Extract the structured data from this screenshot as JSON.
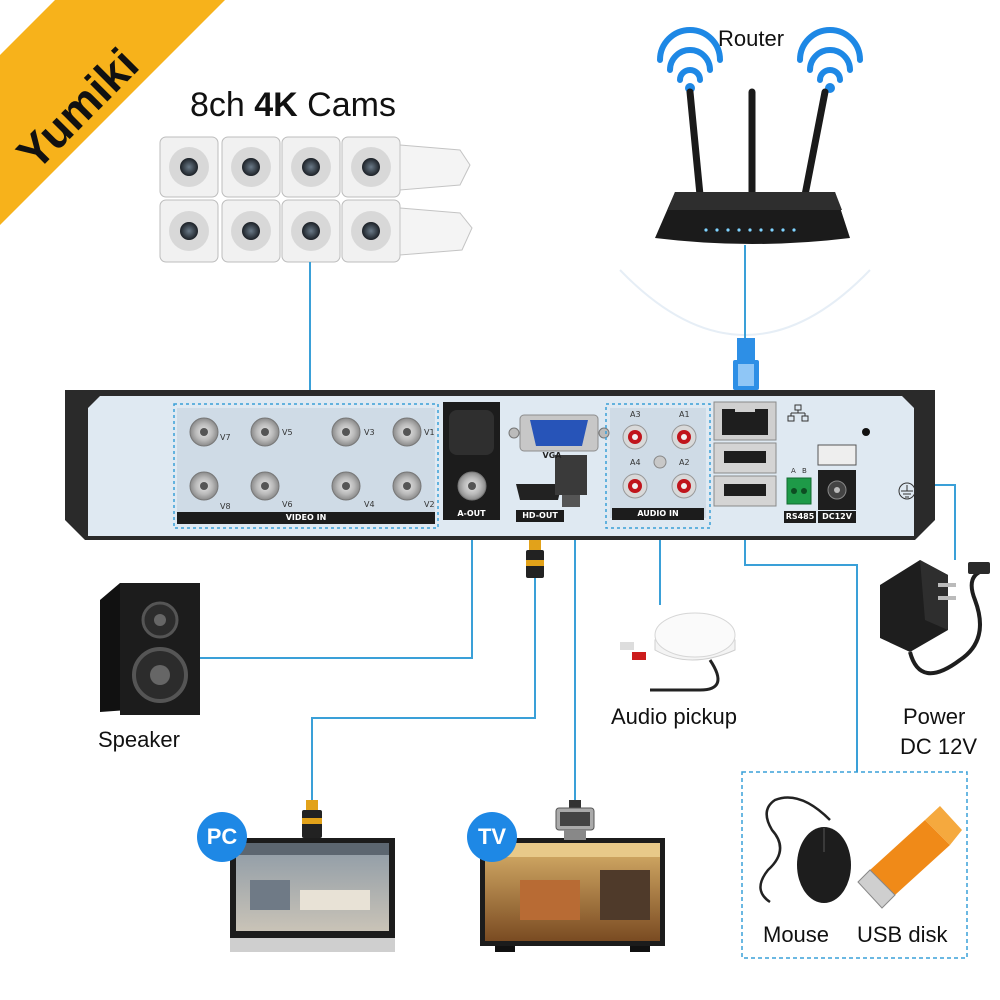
{
  "brand": {
    "name": "Yumiki",
    "ribbon_color": "#f7b21b"
  },
  "cameras": {
    "count_text": "8ch ",
    "resolution": "4K",
    "suffix": " Cams"
  },
  "router": {
    "label": "Router"
  },
  "dvr": {
    "video_channels": [
      "V7",
      "V5",
      "V3",
      "V1",
      "V8",
      "V6",
      "V4",
      "V2"
    ],
    "video_in_label": "VIDEO IN",
    "a_out_label": "A-OUT",
    "vga_label": "VGA",
    "hd_out_label": "HD-OUT",
    "audio_channels": [
      "A3",
      "A1",
      "A4",
      "A2"
    ],
    "audio_in_label": "AUDIO IN",
    "rs485_label": "RS485",
    "rs485_pins": [
      "A",
      "B"
    ],
    "dc_label": "DC12V"
  },
  "devices": {
    "speaker": "Speaker",
    "audio_pickup": "Audio pickup",
    "power_line1": "Power",
    "power_line2": "DC 12V",
    "pc_badge": "PC",
    "tv_badge": "TV",
    "mouse": "Mouse",
    "usb_disk": "USB disk"
  },
  "colors": {
    "cable": "#3aa0d8",
    "badge": "#1e88e5",
    "panel": "#dfe9f2",
    "chassis": "#2a2a2a"
  }
}
